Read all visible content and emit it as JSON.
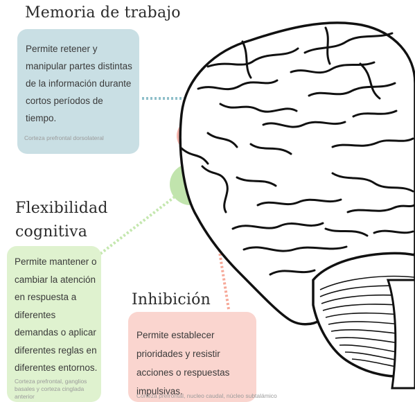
{
  "sections": {
    "working_memory": {
      "title": "Memoria de trabajo",
      "description": "Permite retener y manipular partes distintas de la información durante cortos períodos de tiempo.",
      "brain_region": "Corteza prefrontal dorsolateral",
      "color": "#6fa8b6"
    },
    "cognitive_flexibility": {
      "title_line1": "Flexibilidad",
      "title_line2": "cognitiva",
      "description": "Permite mantener o cambiar la atención en respuesta a diferentes demandas o aplicar diferentes reglas en diferentes entornos.",
      "brain_region": "Corteza prefrontal, ganglios basales y corteza cinglada anterior",
      "color": "#a6d98a"
    },
    "inhibition": {
      "title": "Inhibición",
      "description": "Permite establecer prioridades y resistir acciones o respuestas impulsivas.",
      "brain_region": "Corteza prefrontal, nucleo caudal, núcleo subtalámico",
      "color": "#f29a8f"
    }
  },
  "colors": {
    "blue_card": "#c9dfe4",
    "green_card": "#dff2cf",
    "red_card": "#fad5cf",
    "outline": "#111111"
  }
}
